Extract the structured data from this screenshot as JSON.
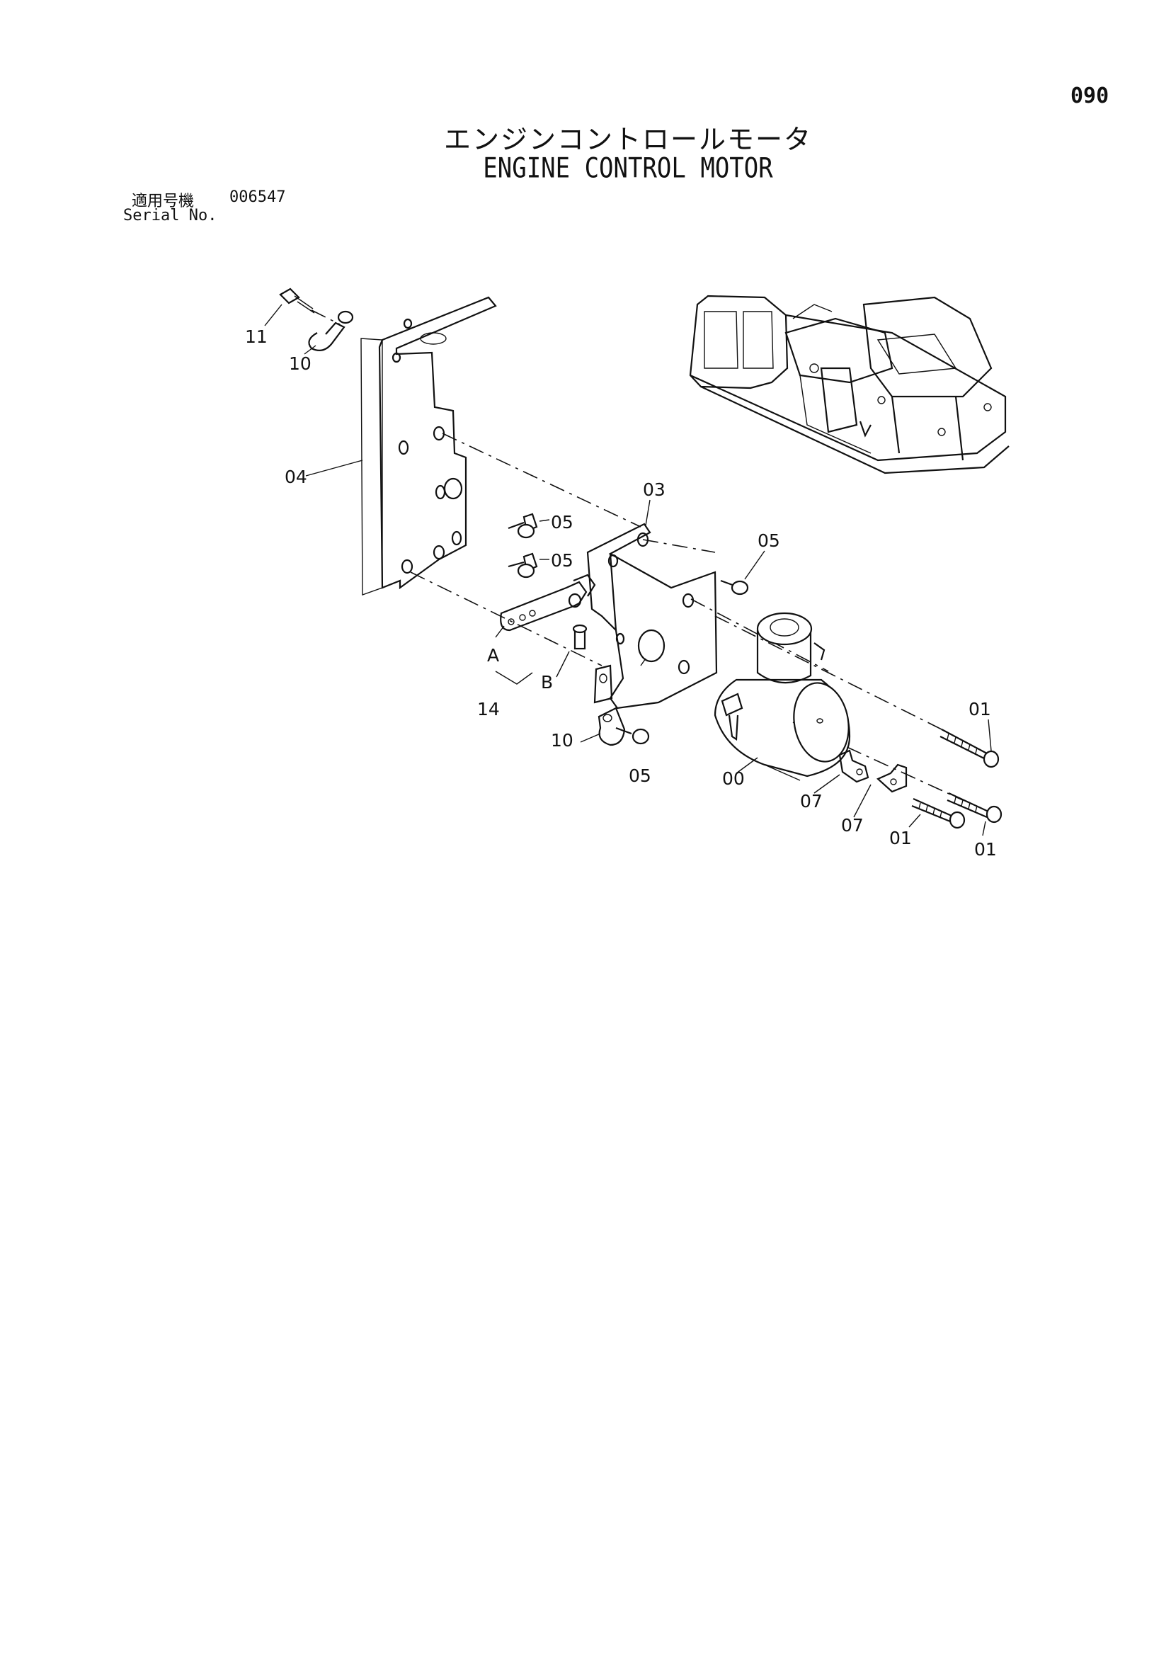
{
  "page_number": "090",
  "title_jp": "エンジンコントロールモータ",
  "title_en": "ENGINE CONTROL MOTOR",
  "serial": {
    "label_jp": "適用号機",
    "value": "006547",
    "label_en": "Serial No."
  },
  "callouts": {
    "c11": "11",
    "c10_top": "10",
    "c04": "04",
    "c05_a": "05",
    "c05_b": "05",
    "c03": "03",
    "c05_c": "05",
    "cA": "A",
    "cB": "B",
    "c14": "14",
    "c10_bottom": "10",
    "c05_d": "05",
    "c00": "00",
    "c01_a": "01",
    "c07_a": "07",
    "c07_b": "07",
    "c01_b": "01",
    "c01_c": "01"
  }
}
